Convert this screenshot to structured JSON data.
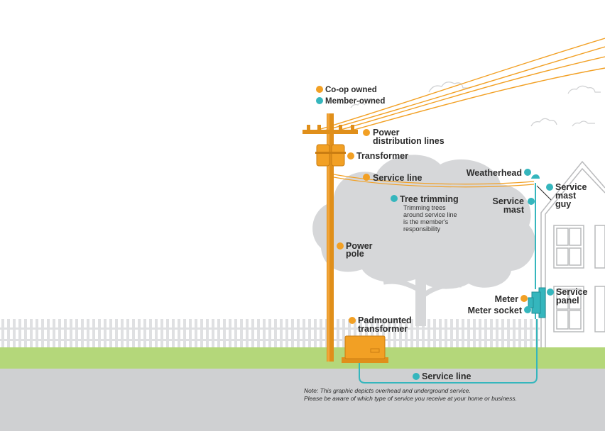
{
  "colors": {
    "coop": "#f2a024",
    "member": "#35b6bd",
    "grass": "#b4d77a",
    "road": "#cfd0d2",
    "tree": "#d2d3d5",
    "pole": "#e08f1a",
    "outline": "#b9babc"
  },
  "legend": {
    "coop_label": "Co-op owned",
    "member_label": "Member-owned"
  },
  "labels": {
    "power_lines_1": "Power",
    "power_lines_2": "distribution lines",
    "transformer": "Transformer",
    "service_line_top": "Service line",
    "tree_trimming": "Tree trimming",
    "tree_note_1": "Trimming trees",
    "tree_note_2": "around service line",
    "tree_note_3": "is the member's",
    "tree_note_4": "responsibility",
    "power_pole_1": "Power",
    "power_pole_2": "pole",
    "padmount_1": "Padmounted",
    "padmount_2": "transformer",
    "weatherhead": "Weatherhead",
    "service_mast_1": "Service",
    "service_mast_2": "mast",
    "mast_guy_1": "Service",
    "mast_guy_2": "mast",
    "mast_guy_3": "guy",
    "meter": "Meter",
    "meter_socket": "Meter socket",
    "service_panel_1": "Service",
    "service_panel_2": "panel",
    "service_line_bottom": "Service line"
  },
  "note": {
    "line1": "Note: This graphic depicts overhead and underground service.",
    "line2": "Please be aware of which type of service you receive at your home or business."
  }
}
